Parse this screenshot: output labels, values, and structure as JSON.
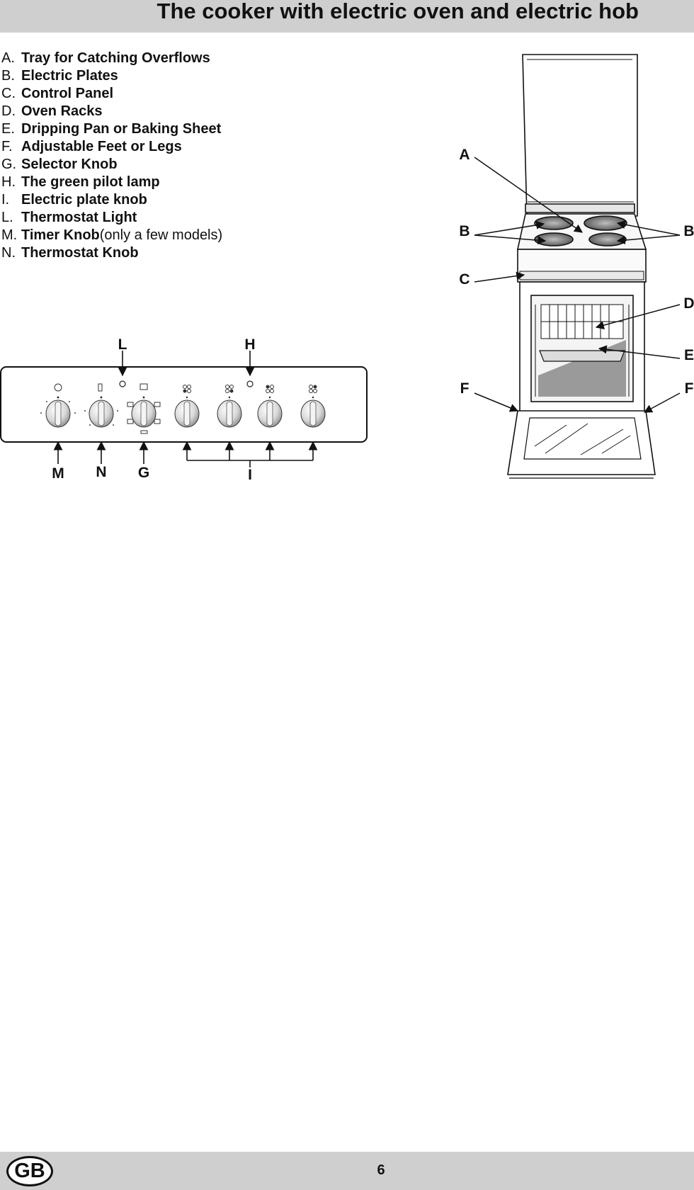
{
  "header": {
    "title": "The cooker with electric oven and electric hob"
  },
  "legend": [
    {
      "key": "A.",
      "name": "Tray for Catching Overflows",
      "note": ""
    },
    {
      "key": "B.",
      "name": "Electric Plates",
      "note": ""
    },
    {
      "key": "C.",
      "name": "Control Panel",
      "note": ""
    },
    {
      "key": "D.",
      "name": "Oven Racks",
      "note": ""
    },
    {
      "key": "E.",
      "name": "Dripping Pan or Baking Sheet",
      "note": ""
    },
    {
      "key": "F.",
      "name": "Adjustable Feet or Legs",
      "note": ""
    },
    {
      "key": "G.",
      "name": "Selector Knob",
      "note": ""
    },
    {
      "key": "H.",
      "name": "The green pilot lamp",
      "note": ""
    },
    {
      "key": "I.",
      "name": "Electric plate knob",
      "note": ""
    },
    {
      "key": "L.",
      "name": "Thermostat Light",
      "note": ""
    },
    {
      "key": "M.",
      "name": "Timer Knob",
      "note": " (only a few models)"
    },
    {
      "key": "N.",
      "name": "Thermostat Knob",
      "note": ""
    }
  ],
  "panel_callouts": {
    "l": "L",
    "h": "H",
    "m": "M",
    "n": "N",
    "g": "G",
    "i": "I"
  },
  "cooker_callouts": {
    "a": "A",
    "b_left": "B",
    "b_right": "B",
    "c": "C",
    "d": "D",
    "e": "E",
    "f_left": "F",
    "f_right": "F"
  },
  "footer": {
    "badge": "GB",
    "page_number": "6"
  }
}
